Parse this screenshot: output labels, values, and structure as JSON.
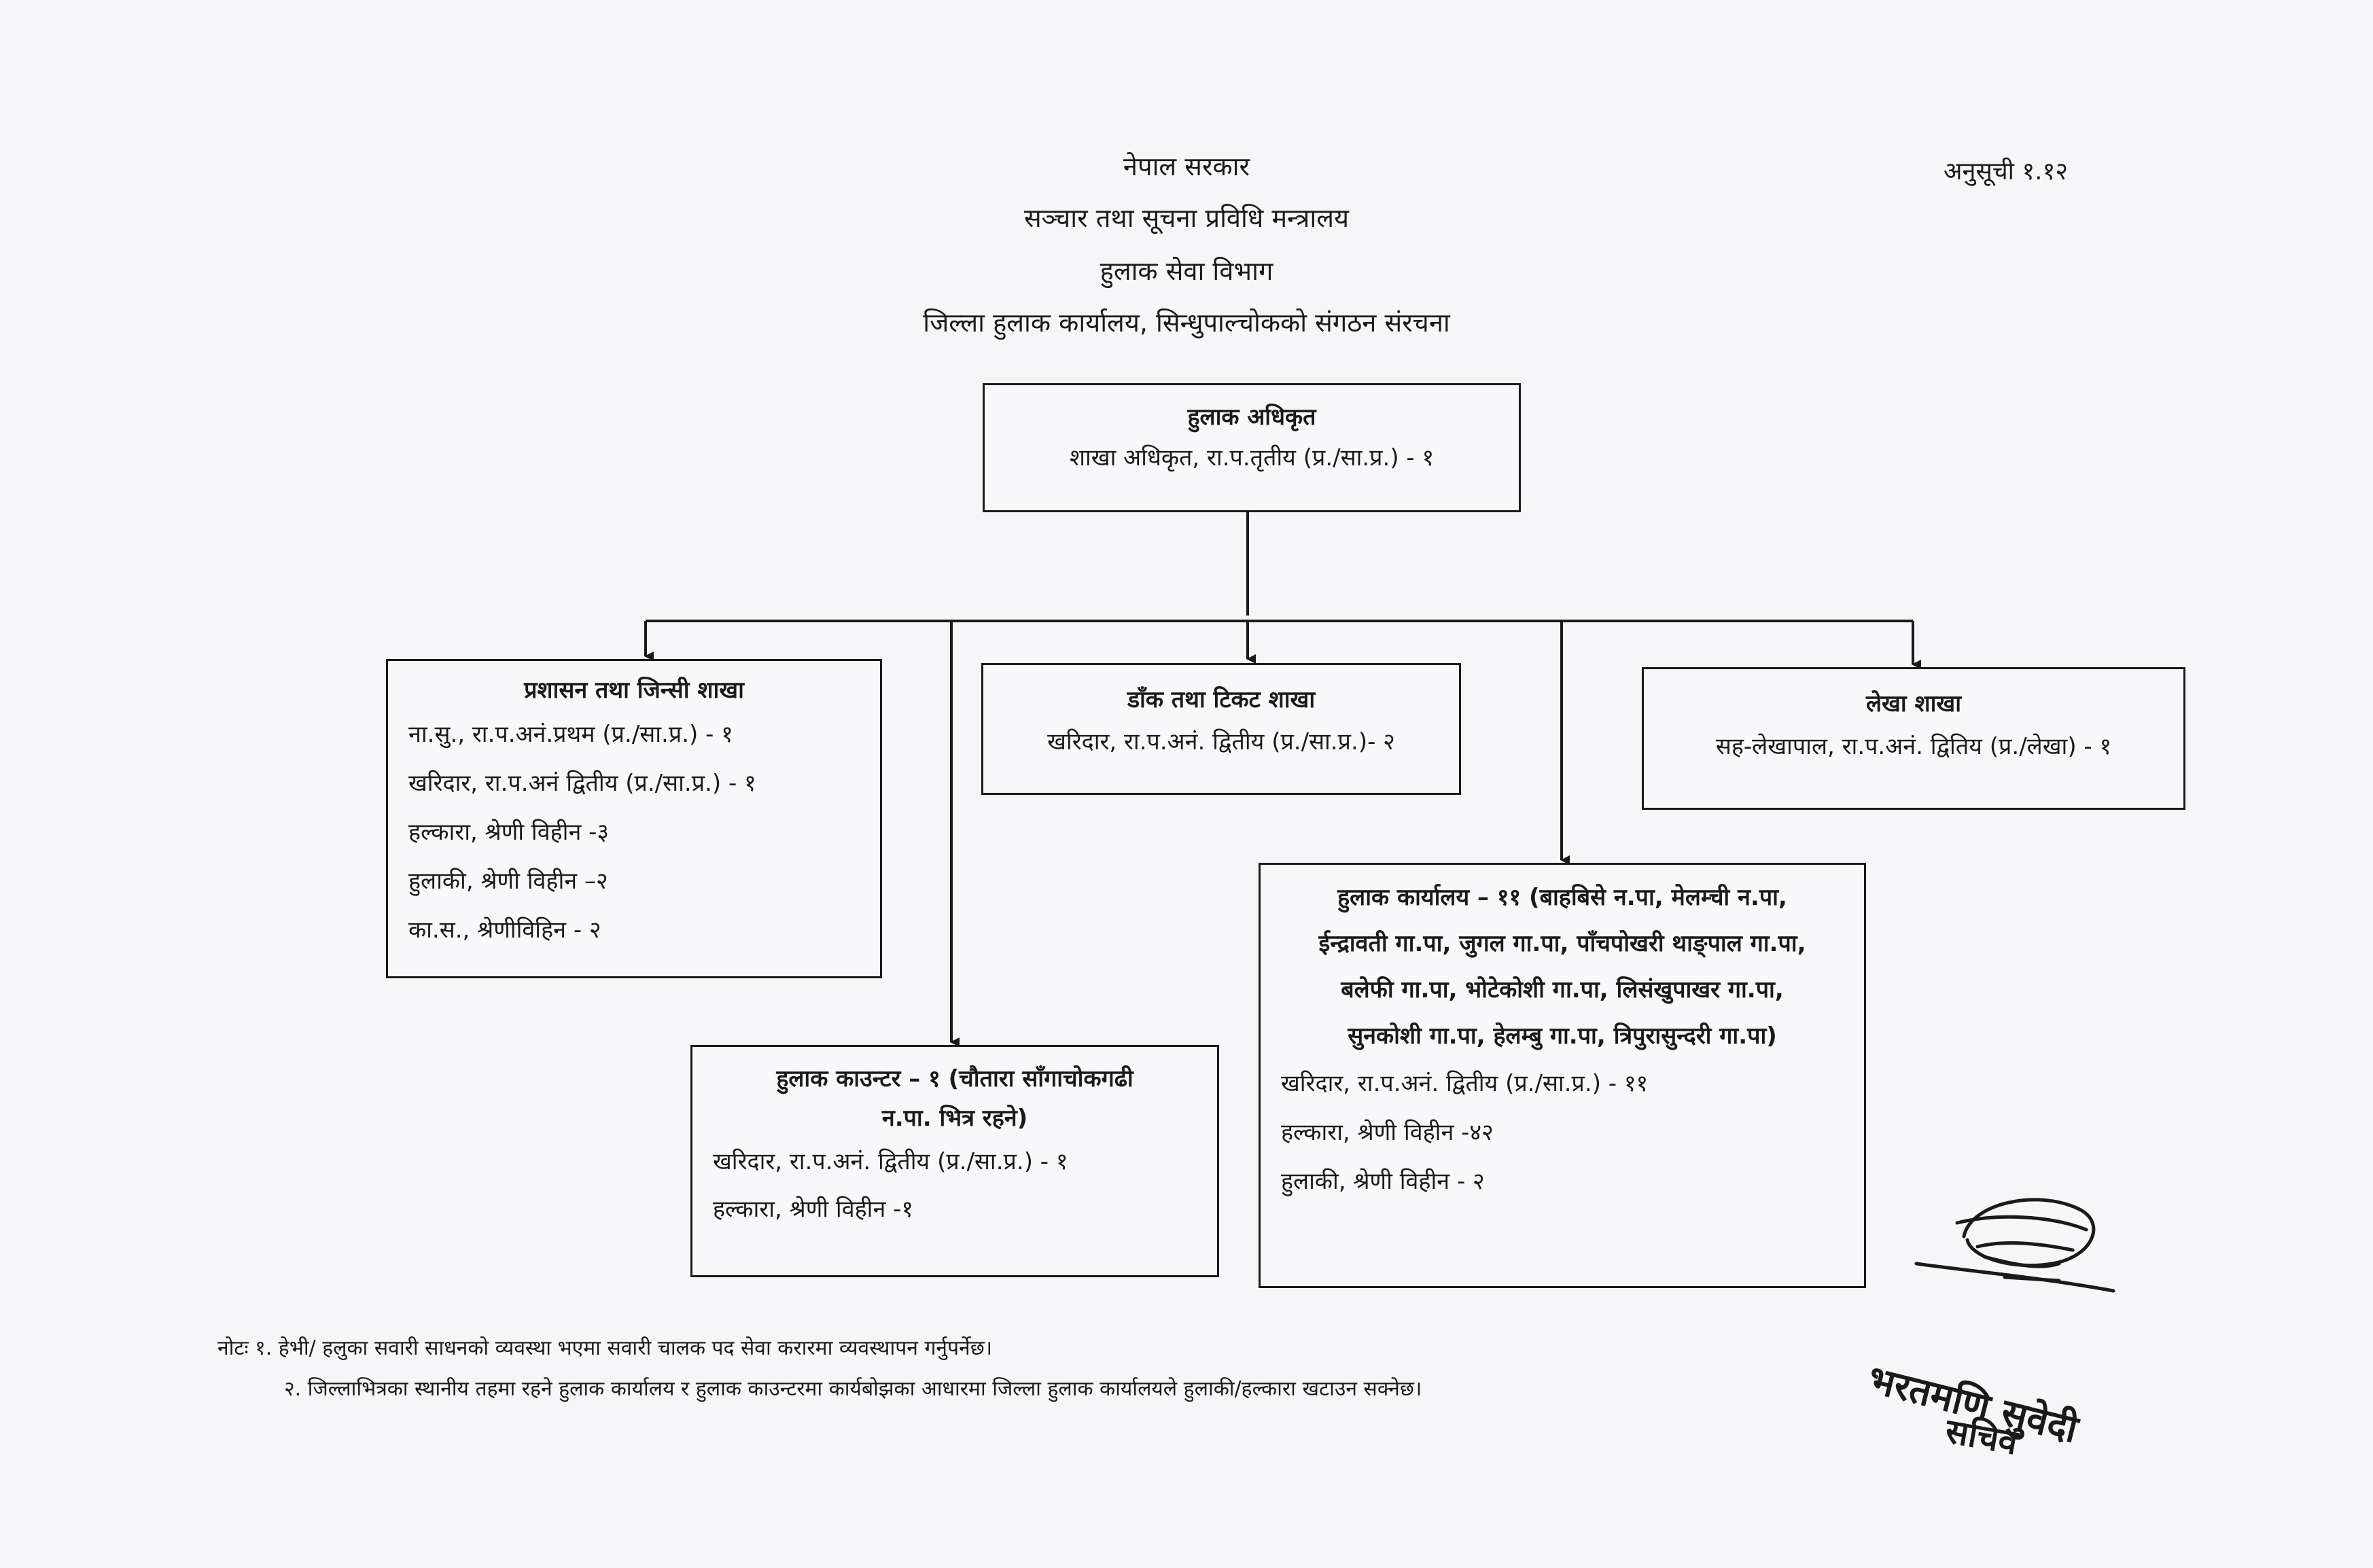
{
  "header": {
    "line1": "नेपाल सरकार",
    "line2": "सञ्चार तथा सूचना प्रविधि मन्त्रालय",
    "line3": "हुलाक सेवा विभाग",
    "line4": "जिल्ला हुलाक कार्यालय, सिन्धुपाल्चोकको संगठन संरचना",
    "annex": "अनुसूची १.१२"
  },
  "boxes": {
    "head": {
      "title": "हुलाक अधिकृत",
      "lines": [
        "शाखा अधिकृत, रा.प.तृतीय (प्र./सा.प्र.) - १"
      ]
    },
    "admin": {
      "title": "प्रशासन तथा जिन्सी शाखा",
      "lines": [
        "ना.सु., रा.प.अनं.प्रथम (प्र./सा.प्र.) - १",
        "खरिदार, रा.प.अनं द्वितीय (प्र./सा.प्र.) - १",
        "हल्कारा, श्रेणी विहीन -३",
        "हुलाकी, श्रेणी विहीन –२",
        "का.स., श्रेणीविहिन - २"
      ]
    },
    "dak": {
      "title": "डाँक तथा टिकट शाखा",
      "lines": [
        "खरिदार, रा.प.अनं. द्वितीय (प्र./सा.प्र.)- २"
      ]
    },
    "lekha": {
      "title": "लेखा शाखा",
      "lines": [
        "सह-लेखापाल, रा.प.अनं. द्वितिय (प्र./लेखा) - १"
      ]
    },
    "counter": {
      "title_lines": [
        "हुलाक काउन्टर – १ (चौतारा साँगाचोकगढी",
        "न.पा. भित्र रहने)"
      ],
      "lines": [
        "खरिदार, रा.प.अनं. द्वितीय (प्र./सा.प्र.) - १",
        "हल्कारा, श्रेणी विहीन -१"
      ]
    },
    "offices": {
      "title_lines": [
        "हुलाक कार्यालय – ११ (बाहबिसे न.पा, मेलम्ची न.पा,",
        "ईन्द्रावती गा.पा, जुगल गा.पा, पाँचपोखरी थाङ्पाल गा.पा,",
        "बलेफी गा.पा, भोटेकोशी गा.पा, लिसंखुपाखर गा.पा,",
        "सुनकोशी गा.पा, हेलम्बु गा.पा, त्रिपुरासुन्दरी गा.पा)"
      ],
      "lines": [
        "खरिदार, रा.प.अनं. द्वितीय (प्र./सा.प्र.) - ११",
        "हल्कारा, श्रेणी विहीन -४२",
        "हुलाकी, श्रेणी विहीन - २"
      ]
    }
  },
  "notes": {
    "n1": "नोटः १. हेभी/ हलुका सवारी साधनको व्यवस्था भएमा सवारी चालक पद सेवा करारमा व्यवस्थापन गर्नुपर्नेछ।",
    "n2": "२. जिल्लाभित्रका स्थानीय तहमा रहने हुलाक कार्यालय र हुलाक काउन्टरमा कार्यबोझका आधारमा जिल्ला हुलाक कार्यालयले हुलाकी/हल्कारा खटाउन सक्नेछ।"
  },
  "signature": {
    "name": "भरतमणि सुवेदी",
    "title": "सचिव"
  }
}
